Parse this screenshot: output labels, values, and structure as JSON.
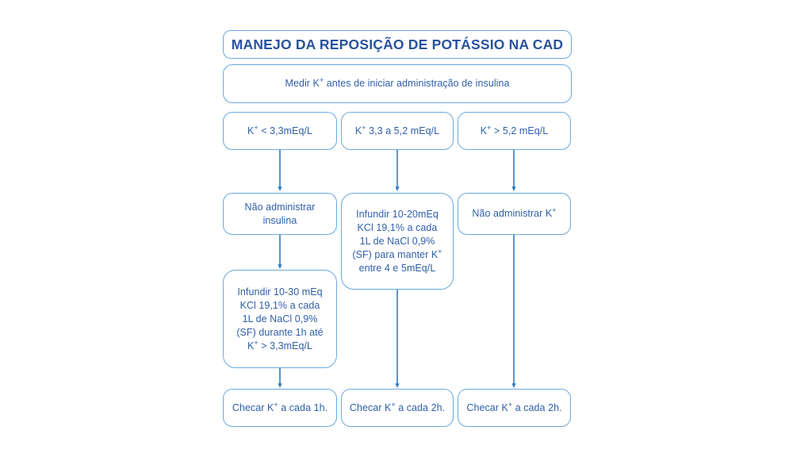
{
  "diagram": {
    "title": "MANEJO DA REPOSIÇÃO DE POTÁSSIO NA CAD",
    "subtitle": "Medir K⁺ antes de iniciar administração de insulina",
    "colors": {
      "border": "#6aa9dd",
      "title_text": "#28539e",
      "body_text": "#2f5fa8",
      "arrow": "#2e7cc0",
      "background": "#ffffff"
    },
    "branches": [
      {
        "condition": "K⁺ < 3,3mEq/L",
        "action": "Não administrar\ninsulina",
        "detail": "Infundir 10-30 mEq\nKCl 19,1% a cada\n1L de NaCl 0,9%\n(SF) durante 1h até\nK⁺ > 3,3mEq/L",
        "followup": "Checar K⁺ a cada 1h."
      },
      {
        "condition": "K⁺ 3,3 a 5,2 mEq/L",
        "action": "Infundir 10-20mEq\nKCl 19,1% a cada\n1L de NaCl 0,9%\n(SF) para manter K⁺\nentre 4 e 5mEq/L",
        "detail": null,
        "followup": "Checar K⁺ a cada 2h."
      },
      {
        "condition": "K⁺ > 5,2 mEq/L",
        "action": "Não administrar K⁺",
        "detail": null,
        "followup": "Checar K⁺ a cada 2h."
      }
    ]
  }
}
